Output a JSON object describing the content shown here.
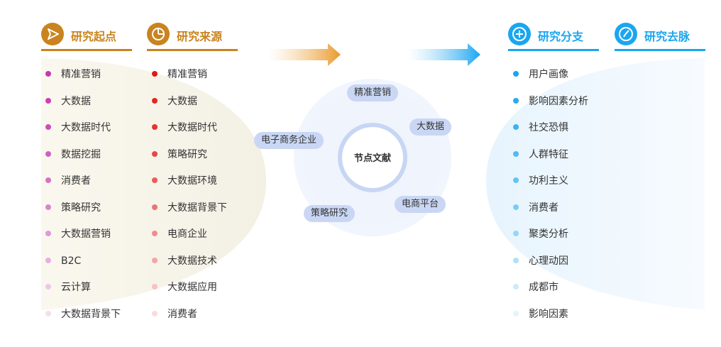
{
  "columns": {
    "start": {
      "title": "研究起点",
      "icon": "send-icon",
      "accent": "#c9841f",
      "items": [
        "精准营销",
        "大数据",
        "大数据时代",
        "数据挖掘",
        "消费者",
        "策略研究",
        "大数据营销",
        "B2C",
        "云计算",
        "大数据背景下"
      ],
      "dot_colors": [
        "#c837b3",
        "#cc3fb7",
        "#d04bbc",
        "#d45ec3",
        "#d870c9",
        "#dc84d0",
        "#e298d8",
        "#e7b0e0",
        "#edc7e8",
        "#f4dff1"
      ]
    },
    "source": {
      "title": "研究来源",
      "icon": "pie-chart-icon",
      "accent": "#c9841f",
      "items": [
        "精准营销",
        "大数据",
        "大数据时代",
        "策略研究",
        "大数据环境",
        "大数据背景下",
        "电商企业",
        "大数据技术",
        "大数据应用",
        "消费者"
      ],
      "dot_colors": [
        "#e01a1a",
        "#e22525",
        "#e43434",
        "#e64848",
        "#e95c5c",
        "#ec7474",
        "#ef8c8c",
        "#f3a6a6",
        "#f7c2c2",
        "#fadbdb"
      ]
    },
    "branch": {
      "title": "研究分支",
      "icon": "plus-circle-icon",
      "accent": "#1aa6f0",
      "items": [
        "用户画像",
        "影响因素分析",
        "社交恐惧",
        "人群特征",
        "功利主义",
        "消费者",
        "聚类分析",
        "心理动因",
        "成都市",
        "影响因素"
      ],
      "dot_colors": [
        "#1aa6f0",
        "#28acf1",
        "#3ab3f2",
        "#4dbbf4",
        "#62c4f5",
        "#78cdf7",
        "#92d7f8",
        "#aee2fa",
        "#c9ecfb",
        "#e2f5fd"
      ]
    },
    "trend": {
      "title": "研究去脉",
      "icon": "trend-circle-icon",
      "accent": "#1aa6f0"
    }
  },
  "center": {
    "label": "节点文献",
    "pills": [
      "精准营销",
      "大数据",
      "电子商务企业",
      "电商平台",
      "策略研究"
    ]
  }
}
